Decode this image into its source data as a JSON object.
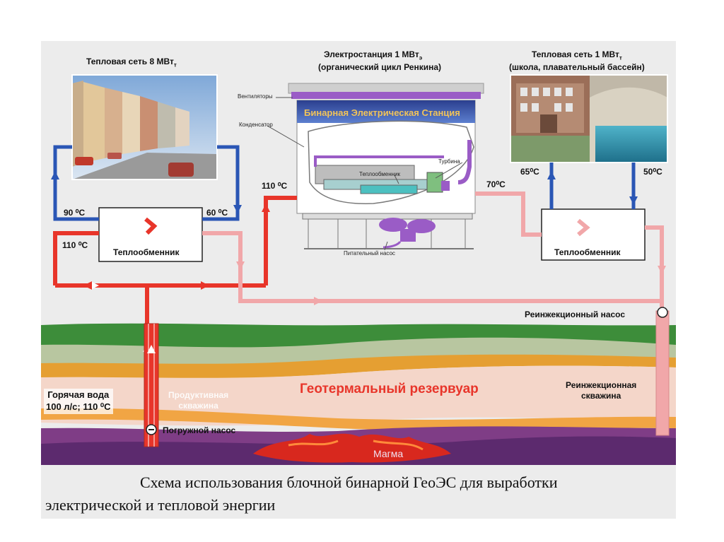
{
  "heat_net_left": {
    "title": "Тепловая сеть  8 МВт",
    "sub": "т"
  },
  "power_plant": {
    "title": "Электростанция  1 МВт",
    "sub": "э",
    "subtitle": "(органический цикл Ренкина)",
    "banner": "Бинарная Электрическая Станция"
  },
  "heat_net_right": {
    "title": "Тепловая сеть  1 МВт",
    "sub": "т",
    "subtitle": "(школа, плавательный бассейн)"
  },
  "plant_parts": {
    "fans": "Вентиляторы",
    "condenser": "Конденсатор",
    "turbine": "Турбина",
    "heat_exchanger": "Теплообменник",
    "feed_pump": "Питательный насос"
  },
  "temps": {
    "t90": "90 ⁰С",
    "t60": "60 ⁰С",
    "t110_left": "110 ⁰С",
    "t110_mid": "110 ⁰С",
    "t70": "70⁰С",
    "t65": "65⁰С",
    "t50": "50⁰С"
  },
  "heat_exchanger_left": "Теплообменник",
  "heat_exchanger_right": "Теплообменник",
  "reinjection_pump": "Реинжекционный насос",
  "reinjection_well": "Реинжекционная\nскважина",
  "hot_water": "Горячая вода\n100 л/с; 110 ⁰С",
  "production_well": "Продуктивная\nскважина",
  "reservoir": "Геотермальный резервуар",
  "submersible_pump": "Погружной насос",
  "magma": "Магма",
  "caption_line1": "Схема использования блочной бинарной ГеоЭС для выработки",
  "caption_line2": "электрической и тепловой энергии",
  "colors": {
    "hot": "#e8352a",
    "return": "#f1a7a9",
    "heating": "#2a56b5",
    "accent_purple": "#9a5cc6"
  }
}
